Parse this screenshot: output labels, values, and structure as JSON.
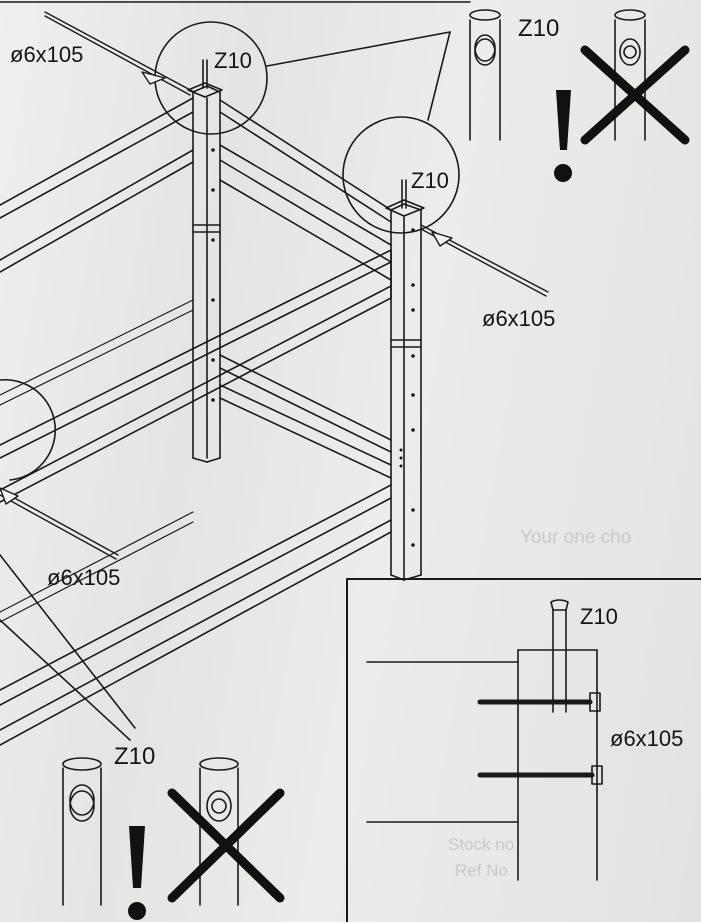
{
  "labels": {
    "screw_top_left": "ø6x105",
    "screw_top_right": "ø6x105",
    "screw_middle_left": "ø6x105",
    "screw_detail": "ø6x105",
    "cap_top_post": "Z10",
    "cap_corner_post": "Z10",
    "cap_correct_top": "Z10",
    "cap_correct_bottom": "Z10",
    "cap_detail": "Z10"
  },
  "show_through": {
    "line1": "Your one cho",
    "line2": "Stock no",
    "line3": "Ref No"
  },
  "colors": {
    "ink": "#151515",
    "paper": "#e9e9e7"
  },
  "icons": [
    "exclamation-icon",
    "cross-icon"
  ]
}
